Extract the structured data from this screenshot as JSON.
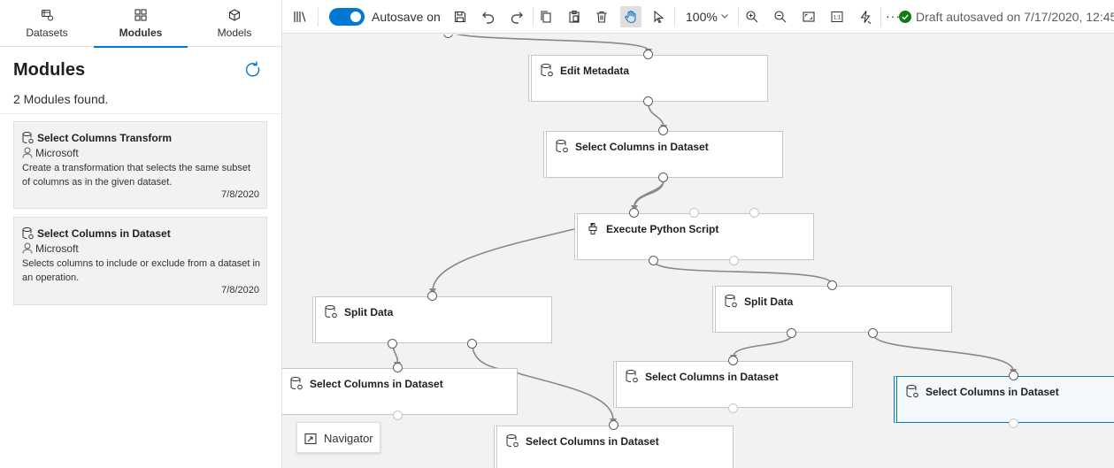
{
  "tabs": [
    {
      "label": "Datasets",
      "icon": "datasets-icon"
    },
    {
      "label": "Modules",
      "icon": "modules-icon"
    },
    {
      "label": "Models",
      "icon": "models-icon"
    }
  ],
  "panel": {
    "title": "Modules",
    "found_text": "2 Modules found."
  },
  "modules": [
    {
      "title": "Select Columns Transform",
      "author": "Microsoft",
      "description": "Create a transformation that selects the same subset of columns as in the given dataset.",
      "date": "7/8/2020"
    },
    {
      "title": "Select Columns in Dataset",
      "author": "Microsoft",
      "description": "Selects columns to include or exclude from a dataset in an operation.",
      "date": "7/8/2020"
    }
  ],
  "toolbar": {
    "autosave_label": "Autosave on",
    "autosave_on": true,
    "zoom": "100%",
    "more": "···",
    "status": "Draft autosaved on 7/17/2020, 12:45"
  },
  "canvas": {
    "nodes": [
      {
        "id": "edit-metadata",
        "title": "Edit Metadata"
      },
      {
        "id": "select-columns-1",
        "title": "Select Columns in Dataset"
      },
      {
        "id": "execute-python",
        "title": "Execute Python Script"
      },
      {
        "id": "split-data-left",
        "title": "Split Data"
      },
      {
        "id": "split-data-right",
        "title": "Split Data"
      },
      {
        "id": "select-columns-2",
        "title": "Select Columns in Dataset"
      },
      {
        "id": "select-columns-3",
        "title": "Select Columns in Dataset"
      },
      {
        "id": "select-columns-4",
        "title": "Select Columns in Dataset"
      },
      {
        "id": "select-columns-5",
        "title": "Select Columns in Dataset"
      }
    ],
    "navigator_label": "Navigator"
  },
  "colors": {
    "accent": "#0078d4",
    "success": "#107c10",
    "wire": "#8a8886"
  }
}
